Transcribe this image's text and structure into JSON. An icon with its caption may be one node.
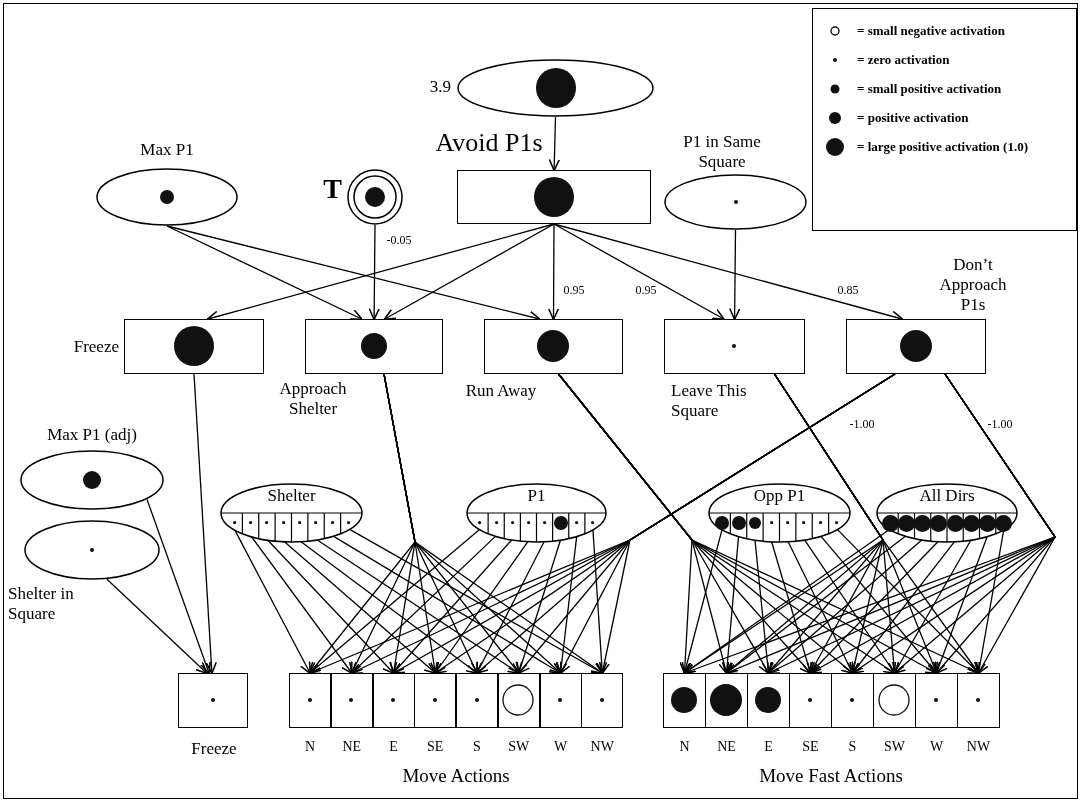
{
  "diagram": {
    "nodes": [
      {
        "text": [
          "3.9"
        ]
      },
      {
        "text": [
          "Max P1"
        ]
      },
      {
        "text": [
          "T"
        ]
      },
      {
        "text": [
          "Avoid P1s"
        ]
      },
      {
        "text": [
          "P1 in Same Square"
        ]
      },
      {
        "text": [
          "Freeze"
        ]
      },
      {
        "text": [
          "Approach Shelter"
        ]
      },
      {
        "text": [
          "Run Away"
        ]
      },
      {
        "text": [
          "Leave This Square"
        ]
      },
      {
        "text": [
          "Don’t Approach P1s"
        ]
      },
      {
        "text": [
          "Max P1 (adj)"
        ]
      },
      {
        "text": [
          "Shelter in Square"
        ]
      },
      {
        "text": [
          "Shelter"
        ]
      },
      {
        "text": [
          "P1"
        ]
      },
      {
        "text": [
          "Opp P1"
        ]
      },
      {
        "text": [
          "All Dirs"
        ]
      },
      {
        "text": [
          "Freeze"
        ]
      },
      {
        "text": [],
        "shape": "box",
        "beside": [
          "N"
        ]
      },
      {
        "text": [],
        "shape": "box",
        "beside": [
          "NE"
        ]
      },
      {
        "text": [],
        "shape": "box",
        "beside": [
          "E"
        ]
      },
      {
        "text": [],
        "shape": "box",
        "beside": [
          "SE"
        ]
      },
      {
        "text": [],
        "shape": "box",
        "beside": [
          "S"
        ]
      },
      {
        "text": [],
        "shape": "box",
        "beside": [
          "SW"
        ]
      },
      {
        "text": [],
        "shape": "box",
        "beside": [
          "W"
        ]
      },
      {
        "text": [],
        "shape": "box",
        "beside": [
          "NW"
        ]
      },
      {
        "text": [],
        "shape": "box",
        "beside": [
          "N"
        ]
      },
      {
        "text": [],
        "shape": "box",
        "beside": [
          "NE"
        ]
      },
      {
        "text": [],
        "shape": "box",
        "beside": [
          "E"
        ]
      },
      {
        "text": [],
        "shape": "box",
        "beside": [
          "SE"
        ]
      },
      {
        "text": [],
        "shape": "box",
        "beside": [
          "S"
        ]
      },
      {
        "text": [],
        "shape": "box",
        "beside": [
          "SW"
        ]
      },
      {
        "text": [],
        "shape": "box",
        "beside": [
          "W"
        ]
      },
      {
        "text": [],
        "shape": "box",
        "beside": [
          "NW"
        ]
      }
    ],
    "edges": [
      {
        "from": 0,
        "to": 3,
        "arrow": "to"
      },
      {
        "from": 3,
        "to": 5,
        "arrow": "to"
      },
      {
        "from": 3,
        "to": 6,
        "arrow": "to"
      },
      {
        "from": 3,
        "to": 7,
        "arrow": "to",
        "label": "0.95"
      },
      {
        "from": 3,
        "to": 8,
        "arrow": "to",
        "label": "0.95"
      },
      {
        "from": 3,
        "to": 9,
        "arrow": "to",
        "label": "0.85"
      },
      {
        "from": 1,
        "to": 6,
        "arrow": "to"
      },
      {
        "from": 1,
        "to": 7,
        "arrow": "to"
      },
      {
        "from": 2,
        "to": 6,
        "arrow": "to",
        "label": "-0.05"
      },
      {
        "from": 4,
        "to": 8,
        "arrow": "to"
      },
      {
        "from": 5,
        "to": 16,
        "arrow": "to"
      },
      {
        "from": 10,
        "to": 16,
        "arrow": "to"
      },
      {
        "from": 11,
        "to": 16,
        "arrow": "to"
      },
      {
        "from": 6,
        "to": 17,
        "arrow": "to"
      },
      {
        "from": 6,
        "to": 18,
        "arrow": "to"
      },
      {
        "from": 6,
        "to": 19,
        "arrow": "to"
      },
      {
        "from": 6,
        "to": 20,
        "arrow": "to"
      },
      {
        "from": 6,
        "to": 21,
        "arrow": "to"
      },
      {
        "from": 6,
        "to": 22,
        "arrow": "to"
      },
      {
        "from": 6,
        "to": 23,
        "arrow": "to"
      },
      {
        "from": 6,
        "to": 24,
        "arrow": "to"
      },
      {
        "from": 9,
        "to": 17,
        "arrow": "to",
        "label": "-1.00"
      },
      {
        "from": 9,
        "to": 18,
        "arrow": "to"
      },
      {
        "from": 9,
        "to": 19,
        "arrow": "to"
      },
      {
        "from": 9,
        "to": 20,
        "arrow": "to"
      },
      {
        "from": 9,
        "to": 21,
        "arrow": "to"
      },
      {
        "from": 9,
        "to": 22,
        "arrow": "to"
      },
      {
        "from": 9,
        "to": 23,
        "arrow": "to"
      },
      {
        "from": 9,
        "to": 24,
        "arrow": "to"
      },
      {
        "from": 7,
        "to": 25,
        "arrow": "to"
      },
      {
        "from": 7,
        "to": 26,
        "arrow": "to"
      },
      {
        "from": 7,
        "to": 27,
        "arrow": "to"
      },
      {
        "from": 7,
        "to": 28,
        "arrow": "to"
      },
      {
        "from": 7,
        "to": 29,
        "arrow": "to"
      },
      {
        "from": 7,
        "to": 30,
        "arrow": "to"
      },
      {
        "from": 7,
        "to": 31,
        "arrow": "to"
      },
      {
        "from": 7,
        "to": 32,
        "arrow": "to"
      },
      {
        "from": 8,
        "to": 25,
        "arrow": "to"
      },
      {
        "from": 8,
        "to": 26,
        "arrow": "to"
      },
      {
        "from": 8,
        "to": 27,
        "arrow": "to"
      },
      {
        "from": 8,
        "to": 28,
        "arrow": "to"
      },
      {
        "from": 8,
        "to": 29,
        "arrow": "to"
      },
      {
        "from": 8,
        "to": 30,
        "arrow": "to"
      },
      {
        "from": 8,
        "to": 31,
        "arrow": "to"
      },
      {
        "from": 8,
        "to": 32,
        "arrow": "to"
      },
      {
        "from": 9,
        "to": 25,
        "arrow": "to",
        "label": "-1.00"
      },
      {
        "from": 9,
        "to": 26,
        "arrow": "to"
      },
      {
        "from": 9,
        "to": 27,
        "arrow": "to"
      },
      {
        "from": 9,
        "to": 28,
        "arrow": "to"
      },
      {
        "from": 9,
        "to": 29,
        "arrow": "to"
      },
      {
        "from": 9,
        "to": 30,
        "arrow": "to"
      },
      {
        "from": 9,
        "to": 31,
        "arrow": "to"
      },
      {
        "from": 9,
        "to": 32,
        "arrow": "to"
      },
      {
        "from": 12,
        "to": 17,
        "arrow": "to"
      },
      {
        "from": 12,
        "to": 18,
        "arrow": "to"
      },
      {
        "from": 12,
        "to": 19,
        "arrow": "to"
      },
      {
        "from": 12,
        "to": 20,
        "arrow": "to"
      },
      {
        "from": 12,
        "to": 21,
        "arrow": "to"
      },
      {
        "from": 12,
        "to": 22,
        "arrow": "to"
      },
      {
        "from": 12,
        "to": 23,
        "arrow": "to"
      },
      {
        "from": 12,
        "to": 24,
        "arrow": "to"
      },
      {
        "from": 13,
        "to": 17,
        "arrow": "to"
      },
      {
        "from": 13,
        "to": 18,
        "arrow": "to"
      },
      {
        "from": 13,
        "to": 19,
        "arrow": "to"
      },
      {
        "from": 13,
        "to": 20,
        "arrow": "to"
      },
      {
        "from": 13,
        "to": 21,
        "arrow": "to"
      },
      {
        "from": 13,
        "to": 22,
        "arrow": "to"
      },
      {
        "from": 13,
        "to": 23,
        "arrow": "to"
      },
      {
        "from": 13,
        "to": 24,
        "arrow": "to"
      },
      {
        "from": 14,
        "to": 25,
        "arrow": "to"
      },
      {
        "from": 14,
        "to": 26,
        "arrow": "to"
      },
      {
        "from": 14,
        "to": 27,
        "arrow": "to"
      },
      {
        "from": 14,
        "to": 28,
        "arrow": "to"
      },
      {
        "from": 14,
        "to": 29,
        "arrow": "to"
      },
      {
        "from": 14,
        "to": 30,
        "arrow": "to"
      },
      {
        "from": 14,
        "to": 31,
        "arrow": "to"
      },
      {
        "from": 14,
        "to": 32,
        "arrow": "to"
      },
      {
        "from": 15,
        "to": 25,
        "arrow": "to"
      },
      {
        "from": 15,
        "to": 26,
        "arrow": "to"
      },
      {
        "from": 15,
        "to": 27,
        "arrow": "to"
      },
      {
        "from": 15,
        "to": 28,
        "arrow": "to"
      },
      {
        "from": 15,
        "to": 29,
        "arrow": "to"
      },
      {
        "from": 15,
        "to": 30,
        "arrow": "to"
      },
      {
        "from": 15,
        "to": 31,
        "arrow": "to"
      },
      {
        "from": 15,
        "to": 32,
        "arrow": "to"
      }
    ],
    "labels": [
      "Move Actions",
      "Move Fast Actions"
    ],
    "legend": [
      {
        "text": "= small negative activation"
      },
      {
        "text": "= zero activation"
      },
      {
        "text": "= small positive activation"
      },
      {
        "text": "= positive activation"
      },
      {
        "text": "= large positive activation (1.0)"
      }
    ]
  }
}
